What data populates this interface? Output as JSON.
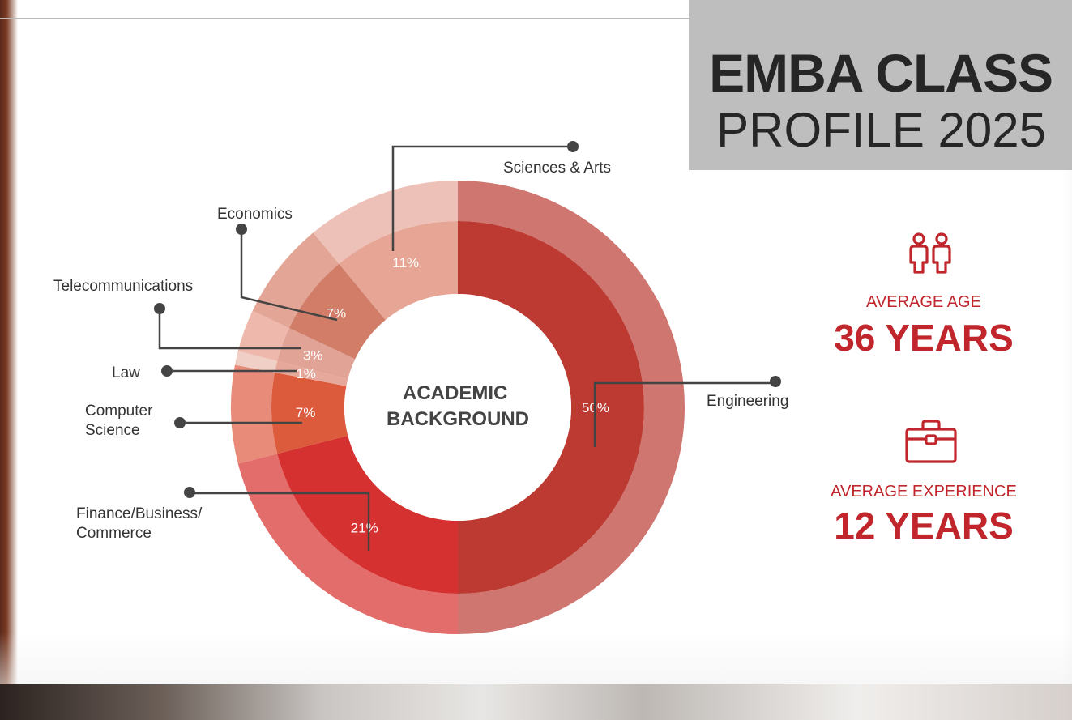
{
  "header": {
    "title_bold": "EMBA CLASS",
    "title_light": "PROFILE 2025"
  },
  "stats": {
    "age": {
      "label": "AVERAGE AGE",
      "value": "36 YEARS",
      "icon": "people-icon"
    },
    "experience": {
      "label": "AVERAGE EXPERIENCE",
      "value": "12 YEARS",
      "icon": "briefcase-icon"
    }
  },
  "colors": {
    "accent": "#c0262c",
    "title_box": "#bebebf"
  },
  "chart_data": {
    "type": "pie",
    "title": "ACADEMIC BACKGROUND",
    "categories": [
      "Engineering",
      "Finance/Business/ Commerce",
      "Computer Science",
      "Law",
      "Telecommunications",
      "Economics",
      "Sciences & Arts"
    ],
    "values": [
      50,
      21,
      7,
      1,
      3,
      7,
      11
    ],
    "value_labels": [
      "50%",
      "21%",
      "7%",
      "1%",
      "3%",
      "7%",
      "11%"
    ],
    "inner_colors": [
      "#bc3a31",
      "#d63131",
      "#dc5b3c",
      "#e6a89b",
      "#e1a395",
      "#d17d68",
      "#e6a595"
    ],
    "outer_colors": [
      "#cf7670",
      "#e36d6a",
      "#e88b78",
      "#f0cfc7",
      "#eeb8ac",
      "#e3a596",
      "#edc1b7"
    ]
  }
}
